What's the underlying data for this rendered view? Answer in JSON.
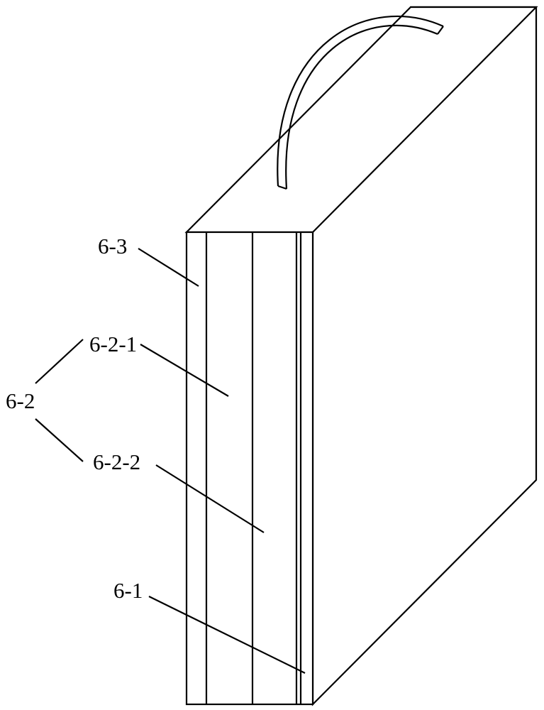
{
  "labels": {
    "outer_layer": "6-3",
    "group": "6-2",
    "sub_layer_1": "6-2-1",
    "sub_layer_2": "6-2-2",
    "inner_layer": "6-1"
  },
  "colors": {
    "line": "#000000",
    "background": "#ffffff"
  },
  "icons": {
    "handle": "handle-arc-icon"
  }
}
